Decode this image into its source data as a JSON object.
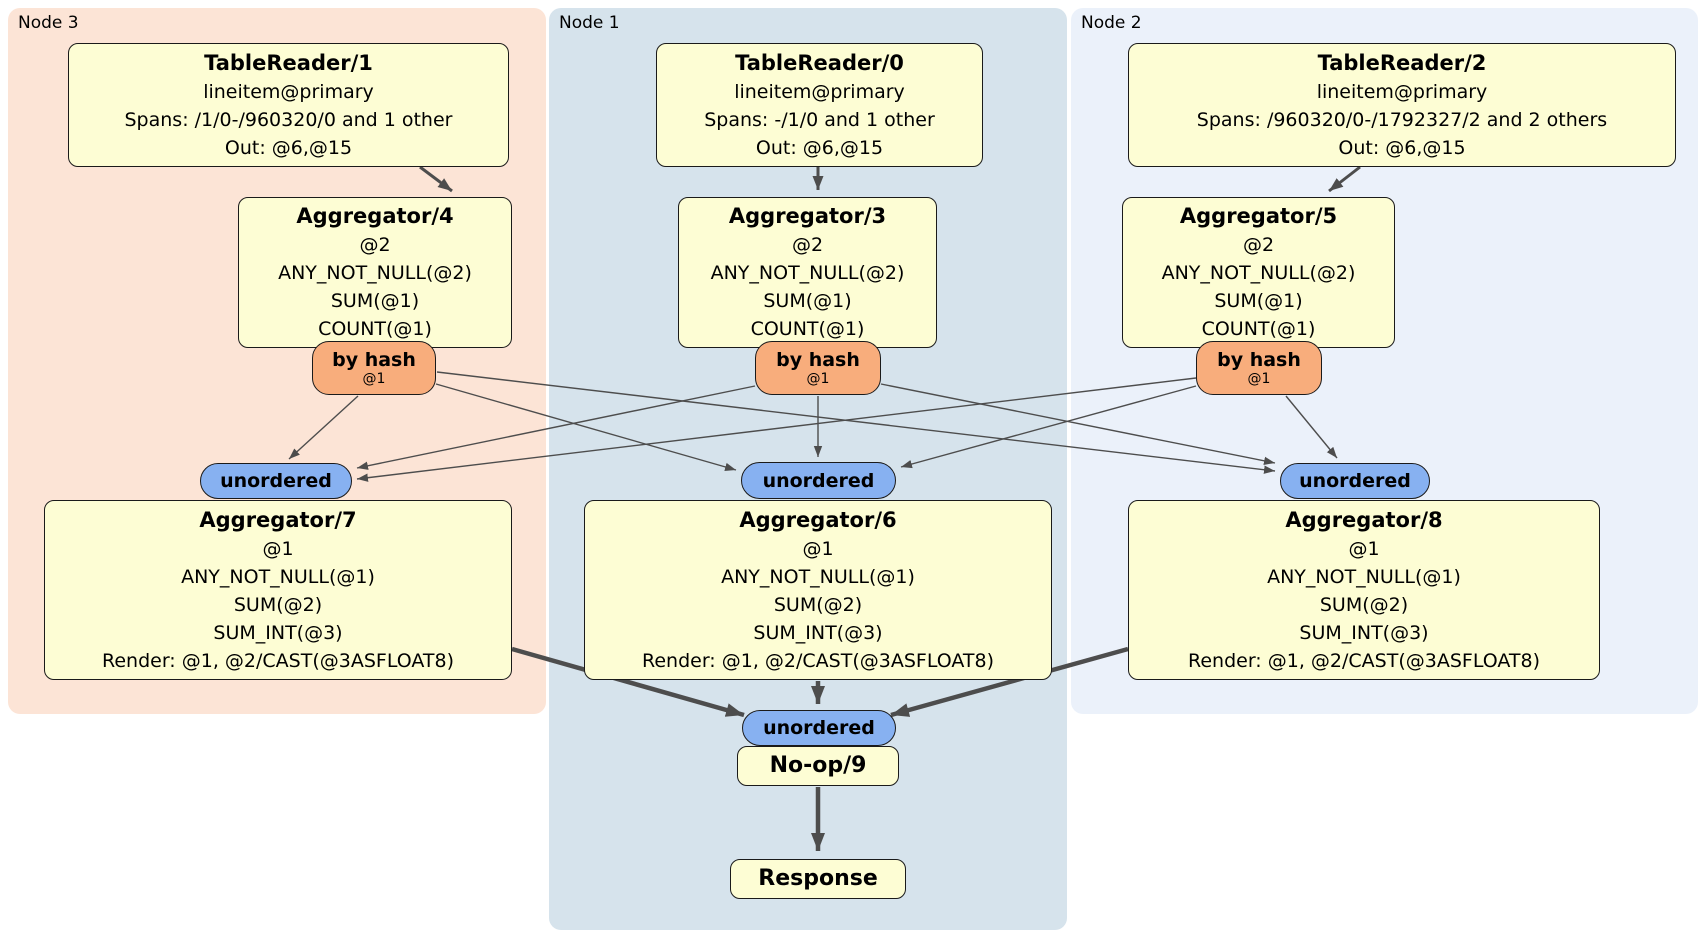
{
  "nodes": {
    "node3": {
      "label": "Node 3"
    },
    "node1": {
      "label": "Node 1"
    },
    "node2": {
      "label": "Node 2"
    }
  },
  "boxes": {
    "tr1": {
      "title": "TableReader/1",
      "lines": [
        "lineitem@primary",
        "Spans: /1/0-/960320/0 and 1 other",
        "Out: @6,@15"
      ]
    },
    "tr0": {
      "title": "TableReader/0",
      "lines": [
        "lineitem@primary",
        "Spans: -/1/0 and 1 other",
        "Out: @6,@15"
      ]
    },
    "tr2": {
      "title": "TableReader/2",
      "lines": [
        "lineitem@primary",
        "Spans: /960320/0-/1792327/2 and 2 others",
        "Out: @6,@15"
      ]
    },
    "agg4": {
      "title": "Aggregator/4",
      "lines": [
        "@2",
        "ANY_NOT_NULL(@2)",
        "SUM(@1)",
        "COUNT(@1)"
      ]
    },
    "agg3": {
      "title": "Aggregator/3",
      "lines": [
        "@2",
        "ANY_NOT_NULL(@2)",
        "SUM(@1)",
        "COUNT(@1)"
      ]
    },
    "agg5": {
      "title": "Aggregator/5",
      "lines": [
        "@2",
        "ANY_NOT_NULL(@2)",
        "SUM(@1)",
        "COUNT(@1)"
      ]
    },
    "agg7": {
      "title": "Aggregator/7",
      "lines": [
        "@1",
        "ANY_NOT_NULL(@1)",
        "SUM(@2)",
        "SUM_INT(@3)",
        "Render: @1, @2/CAST(@3ASFLOAT8)"
      ]
    },
    "agg6": {
      "title": "Aggregator/6",
      "lines": [
        "@1",
        "ANY_NOT_NULL(@1)",
        "SUM(@2)",
        "SUM_INT(@3)",
        "Render: @1, @2/CAST(@3ASFLOAT8)"
      ]
    },
    "agg8": {
      "title": "Aggregator/8",
      "lines": [
        "@1",
        "ANY_NOT_NULL(@1)",
        "SUM(@2)",
        "SUM_INT(@3)",
        "Render: @1, @2/CAST(@3ASFLOAT8)"
      ]
    },
    "noop": {
      "title": "No-op/9"
    },
    "response": {
      "title": "Response"
    }
  },
  "routers": {
    "hash": {
      "label": "by hash",
      "sub": "@1"
    },
    "unordered": {
      "label": "unordered"
    }
  },
  "colors": {
    "node3_bg": "#fce4d6",
    "node1_bg": "#d6e3ec",
    "node2_bg": "#ebf1fa",
    "box_fill": "#fdfdd4",
    "hash_router_fill": "#f8ad7c",
    "sync_fill": "#87b1f1",
    "border": "#1a1a1a",
    "edge": "#4d4d4d"
  }
}
